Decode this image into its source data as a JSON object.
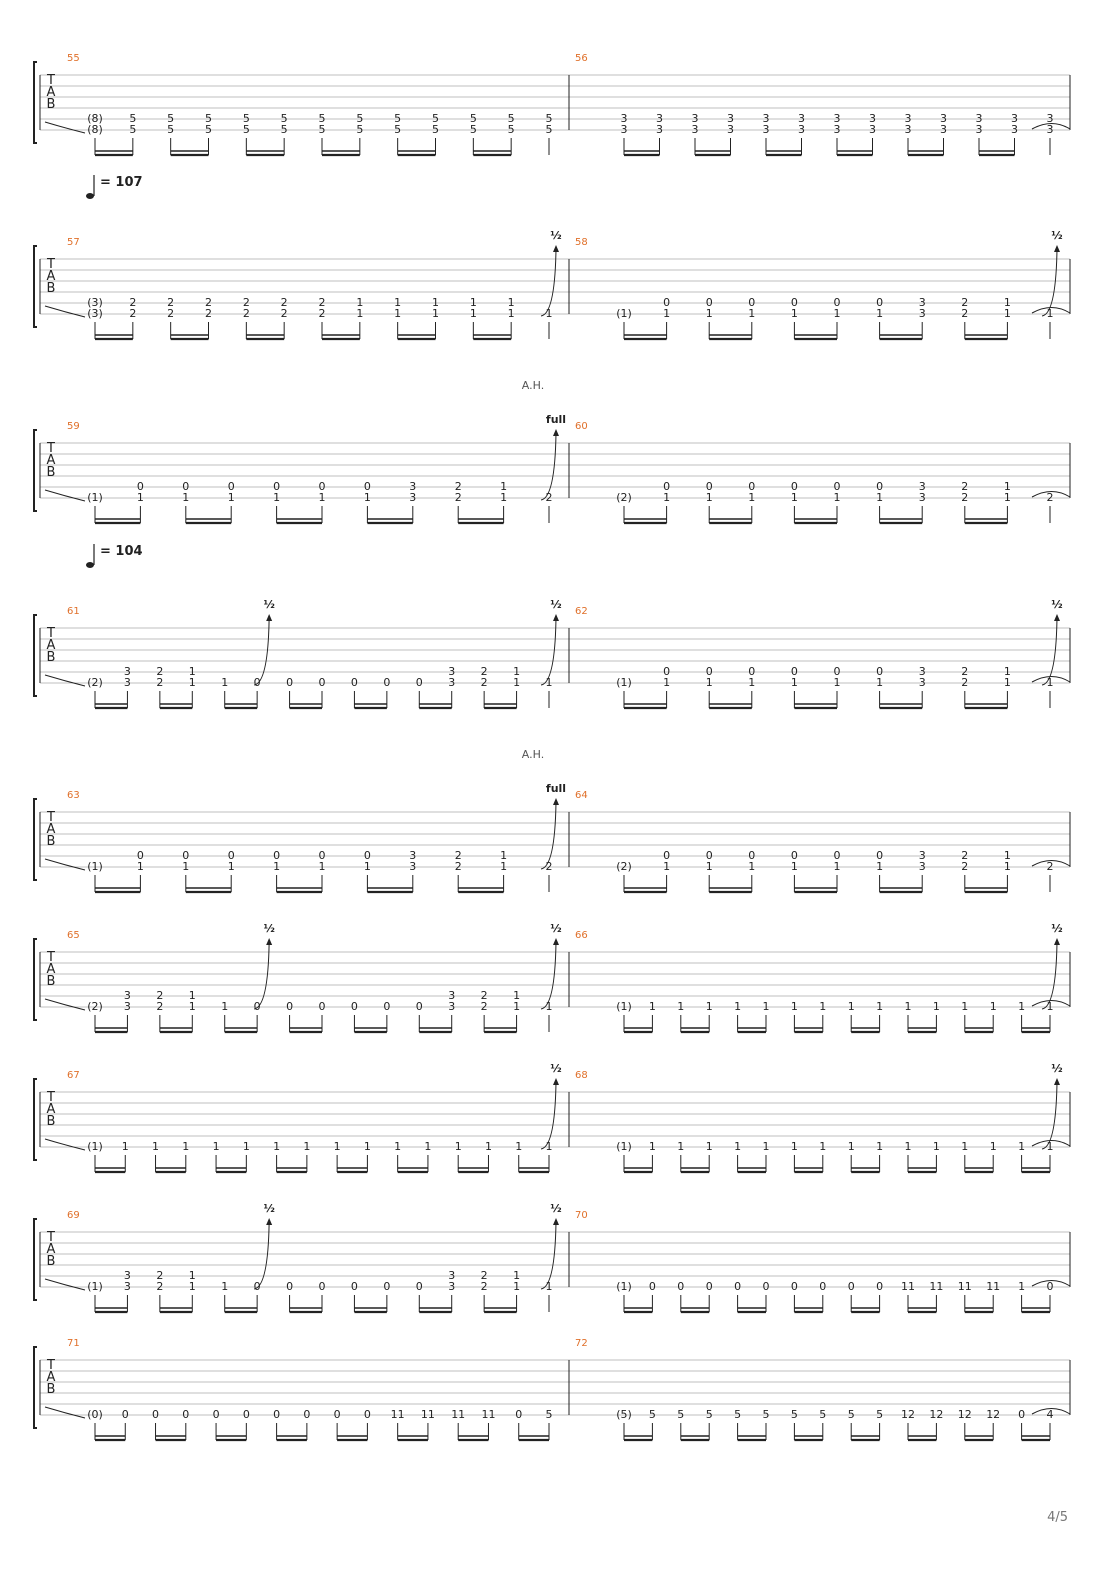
{
  "page": {
    "number_label": "4/5"
  },
  "tab_clef": [
    "T",
    "A",
    "B"
  ],
  "colors": {
    "measure_number": "#e0702a",
    "ink": "#222222",
    "staff_line": "#aaaaaa"
  },
  "systems": [
    {
      "tempo": null,
      "measures": [
        {
          "number": "55",
          "notes": [
            "(8)/(8)",
            "5/5",
            "5/5",
            "5/5",
            "5/5",
            "5/5",
            "5/5",
            "5/5",
            "5/5",
            "5/5",
            "5/5",
            "5/5",
            "5/5"
          ]
        },
        {
          "number": "56",
          "notes": [
            "3/3",
            "3/3",
            "3/3",
            "3/3",
            "3/3",
            "3/3",
            "3/3",
            "3/3",
            "3/3",
            "3/3",
            "3/3",
            "3/3",
            "3/3"
          ]
        }
      ]
    },
    {
      "tempo": "= 107",
      "measures": [
        {
          "number": "57",
          "notes": [
            "(3)/(3)",
            "2/2",
            "2/2",
            "2/2",
            "2/2",
            "2/2",
            "2/2",
            "1/1",
            "1/1",
            "1/1",
            "1/1",
            "1/1",
            "1"
          ],
          "bend": "½"
        },
        {
          "number": "58",
          "notes": [
            "(1)",
            "0/1",
            "0/1",
            "0/1",
            "0/1",
            "0/1",
            "0/1",
            "3/3",
            "2/2",
            "1/1",
            "1"
          ],
          "bend": "½"
        }
      ]
    },
    {
      "tempo": null,
      "above": "A.H.",
      "measures": [
        {
          "number": "59",
          "notes": [
            "(1)",
            "0/1",
            "0/1",
            "0/1",
            "0/1",
            "0/1",
            "0/1",
            "3/3",
            "2/2",
            "1/1",
            "2"
          ],
          "bend": "full"
        },
        {
          "number": "60",
          "notes": [
            "(2)",
            "0/1",
            "0/1",
            "0/1",
            "0/1",
            "0/1",
            "0/1",
            "3/3",
            "2/2",
            "1/1",
            "2"
          ]
        }
      ]
    },
    {
      "tempo": "= 104",
      "measures": [
        {
          "number": "61",
          "notes": [
            "(2)",
            "3/3",
            "2/2",
            "1/1",
            "1",
            "0",
            "0",
            "0",
            "0",
            "0",
            "0",
            "3/3",
            "2/2",
            "1/1",
            "1"
          ],
          "bends": [
            "½",
            "½"
          ]
        },
        {
          "number": "62",
          "notes": [
            "(1)",
            "0/1",
            "0/1",
            "0/1",
            "0/1",
            "0/1",
            "0/1",
            "3/3",
            "2/2",
            "1/1",
            "1"
          ],
          "bend": "½"
        }
      ]
    },
    {
      "tempo": null,
      "above": "A.H.",
      "measures": [
        {
          "number": "63",
          "notes": [
            "(1)",
            "0/1",
            "0/1",
            "0/1",
            "0/1",
            "0/1",
            "0/1",
            "3/3",
            "2/2",
            "1/1",
            "2"
          ],
          "bend": "full"
        },
        {
          "number": "64",
          "notes": [
            "(2)",
            "0/1",
            "0/1",
            "0/1",
            "0/1",
            "0/1",
            "0/1",
            "3/3",
            "2/2",
            "1/1",
            "2"
          ]
        }
      ]
    },
    {
      "tempo": null,
      "measures": [
        {
          "number": "65",
          "notes": [
            "(2)",
            "3/3",
            "2/2",
            "1/1",
            "1",
            "0",
            "0",
            "0",
            "0",
            "0",
            "0",
            "3/3",
            "2/2",
            "1/1",
            "1"
          ],
          "bends": [
            "½",
            "½"
          ]
        },
        {
          "number": "66",
          "notes": [
            "(1)",
            "1",
            "1",
            "1",
            "1",
            "1",
            "1",
            "1",
            "1",
            "1",
            "1",
            "1",
            "1",
            "1",
            "1",
            "1"
          ],
          "bend": "½"
        }
      ]
    },
    {
      "tempo": null,
      "measures": [
        {
          "number": "67",
          "notes": [
            "(1)",
            "1",
            "1",
            "1",
            "1",
            "1",
            "1",
            "1",
            "1",
            "1",
            "1",
            "1",
            "1",
            "1",
            "1",
            "1"
          ],
          "bend": "½"
        },
        {
          "number": "68",
          "notes": [
            "(1)",
            "1",
            "1",
            "1",
            "1",
            "1",
            "1",
            "1",
            "1",
            "1",
            "1",
            "1",
            "1",
            "1",
            "1",
            "1"
          ],
          "bend": "½"
        }
      ]
    },
    {
      "tempo": null,
      "measures": [
        {
          "number": "69",
          "notes": [
            "(1)",
            "3/3",
            "2/2",
            "1/1",
            "1",
            "0",
            "0",
            "0",
            "0",
            "0",
            "0",
            "3/3",
            "2/2",
            "1/1",
            "1"
          ],
          "bends": [
            "½",
            "½"
          ]
        },
        {
          "number": "70",
          "notes": [
            "(1)",
            "0",
            "0",
            "0",
            "0",
            "0",
            "0",
            "0",
            "0",
            "0",
            "11",
            "11",
            "11",
            "11",
            "1",
            "0"
          ]
        }
      ]
    },
    {
      "tempo": null,
      "measures": [
        {
          "number": "71",
          "notes": [
            "(0)",
            "0",
            "0",
            "0",
            "0",
            "0",
            "0",
            "0",
            "0",
            "0",
            "11",
            "11",
            "11",
            "11",
            "0",
            "5"
          ]
        },
        {
          "number": "72",
          "notes": [
            "(5)",
            "5",
            "5",
            "5",
            "5",
            "5",
            "5",
            "5",
            "5",
            "5",
            "12",
            "12",
            "12",
            "12",
            "0",
            "4"
          ]
        }
      ]
    }
  ]
}
